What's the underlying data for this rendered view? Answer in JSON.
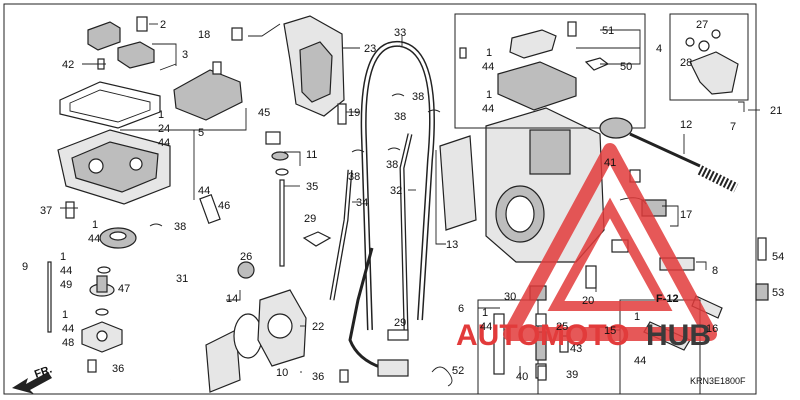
{
  "labels": {
    "l1": "1",
    "l2": "2",
    "l3": "3",
    "l4": "4",
    "l5": "5",
    "l6": "6",
    "l7": "7",
    "l8": "8",
    "l9": "9",
    "l10": "10",
    "l11": "11",
    "l12": "12",
    "l13": "13",
    "l14": "14",
    "l15": "15",
    "l16": "16",
    "l17": "17",
    "l18": "18",
    "l19": "19",
    "l20": "20",
    "l21": "21",
    "l22": "22",
    "l23": "23",
    "l24": "24",
    "l25": "25",
    "l26": "26",
    "l27": "27",
    "l28": "28",
    "l29": "29",
    "l30": "30",
    "l31": "31",
    "l32": "32",
    "l33": "33",
    "l34": "34",
    "l35": "35",
    "l36": "36",
    "l37": "37",
    "l38": "38",
    "l39": "39",
    "l40": "40",
    "l41": "41",
    "l42": "42",
    "l43": "43",
    "l44": "44",
    "l45": "45",
    "l46": "46",
    "l47": "47",
    "l48": "48",
    "l49": "49",
    "l50": "50",
    "l51": "51",
    "l52": "52",
    "l53": "53",
    "l54": "54"
  },
  "front_marker": "FR.",
  "section_ref": "F-12",
  "diagram_code": "KRN3E1800F",
  "watermark": {
    "part1": "AUTO",
    "part2": "MOTO",
    "part3": "HUB",
    "color_red": "#e23b3b",
    "color_dark": "#3a3a3a"
  }
}
